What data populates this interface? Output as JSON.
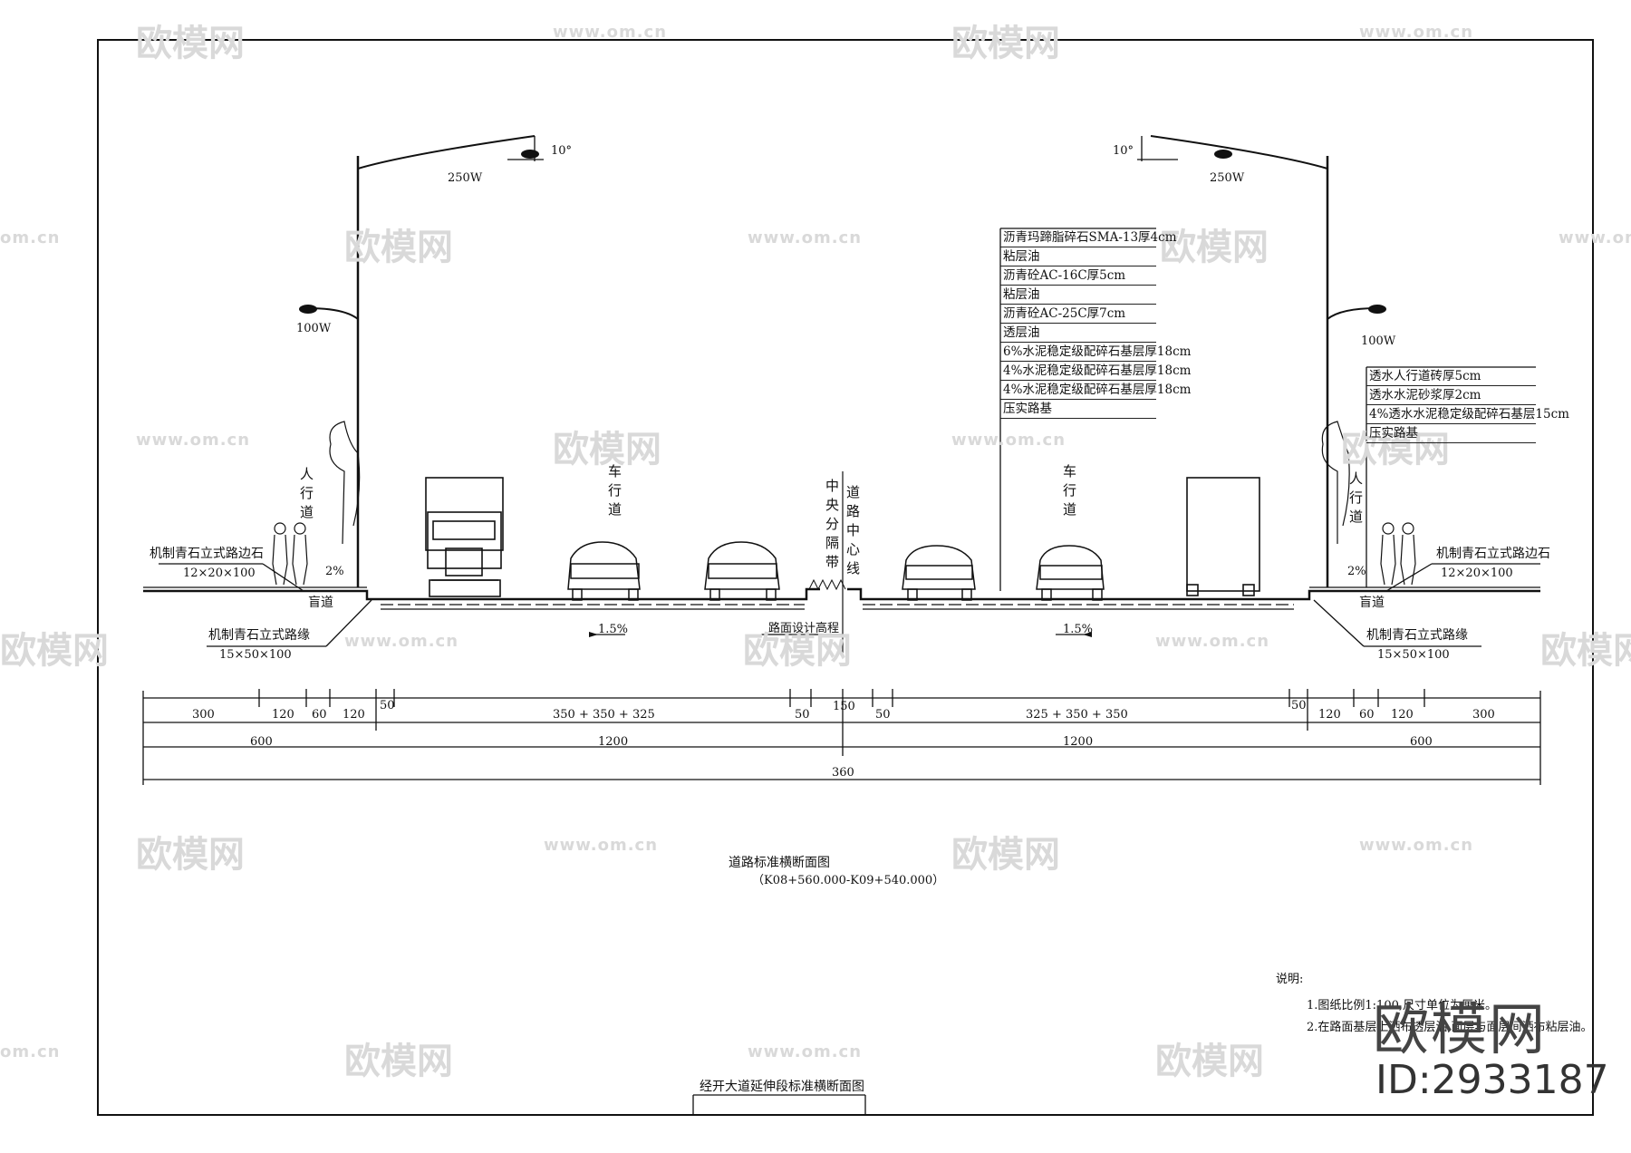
{
  "watermark": {
    "brand": "欧模网",
    "url": "www.om.cn",
    "url_short": "om.cn",
    "id": "ID:2933187"
  },
  "lamps": {
    "left_high_w": "250W",
    "left_low_w": "100W",
    "right_high_w": "250W",
    "right_low_w": "100W",
    "tilt_left": "10°",
    "tilt_right": "10°"
  },
  "labels": {
    "sidewalk": "人行道",
    "carriageway": "车行道",
    "median": "中央分隔带",
    "centerline": "道路中心线",
    "curb_left": "机制青石立式路边石",
    "curb_left_size": "12×20×100",
    "curb_right": "机制青石立式路边石",
    "curb_right_size": "12×20×100",
    "edge_left": "机制青石立式路缘",
    "edge_left_size": "15×50×100",
    "edge_right": "机制青石立式路缘",
    "edge_right_size": "15×50×100",
    "blind_path_left": "盲道",
    "blind_path_right": "盲道",
    "slope_walk_left": "2%",
    "slope_walk_right": "2%",
    "slope_road_left": "1.5%",
    "slope_road_right": "1.5%",
    "design_elev": "路面设计高程"
  },
  "pavement_layers": [
    "沥青玛蹄脂碎石SMA-13厚4cm",
    "粘层油",
    "沥青砼AC-16C厚5cm",
    "粘层油",
    "沥青砼AC-25C厚7cm",
    "透层油",
    "6%水泥稳定级配碎石基层厚18cm",
    "4%水泥稳定级配碎石基层厚18cm",
    "4%水泥稳定级配碎石基层厚18cm",
    "压实路基"
  ],
  "sidewalk_layers": [
    "透水人行道砖厚5cm",
    "透水水泥砂浆厚2cm",
    "4%透水水泥稳定级配碎石基层15cm",
    "压实路基"
  ],
  "dimensions": {
    "row1": [
      "300",
      "120",
      "60",
      "120",
      "50",
      "350 + 350 + 325",
      "50",
      "150",
      "50",
      "325 + 350 + 350",
      "50",
      "120",
      "60",
      "120",
      "300"
    ],
    "row2": [
      "600",
      "1200",
      "1200",
      "600"
    ],
    "total": "360"
  },
  "drawing": {
    "title": "道路标准横断面图",
    "chainage": "（K08+560.000-K09+540.000）",
    "sheet_title": "经开大道延伸段标准横断面图"
  },
  "notes": {
    "heading": "说明:",
    "items": [
      "1.图纸比例1:100,尺寸单位为厘米。",
      "2.在路面基层上洒布透层油,面层与面层间洒布粘层油。"
    ]
  }
}
